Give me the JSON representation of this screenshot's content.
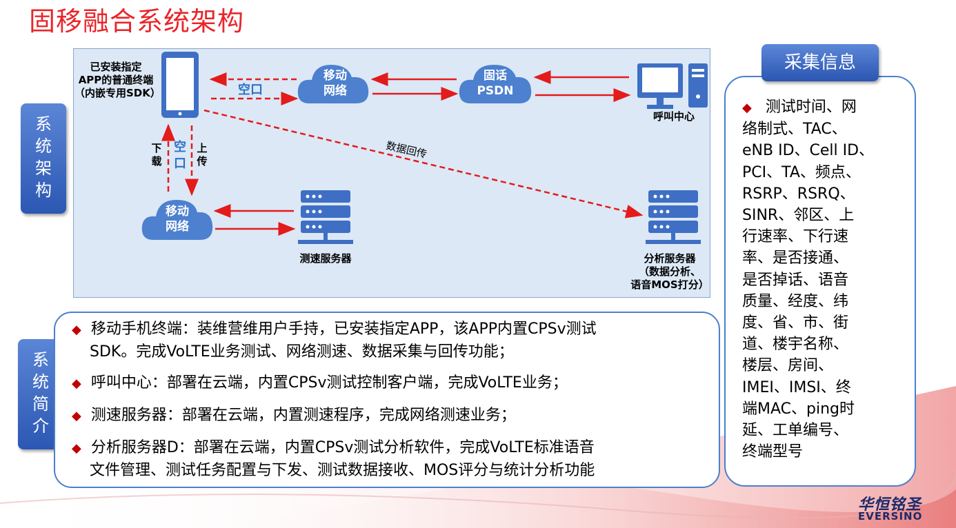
{
  "title": "固移融合系统架构",
  "tabs": {
    "arch": [
      "系",
      "统",
      "架",
      "构"
    ],
    "intro": [
      "系",
      "统",
      "简",
      "介"
    ]
  },
  "diagram": {
    "phone_label": [
      "已安装指定",
      "APP的普通终端",
      "（内嵌专用SDK）"
    ],
    "air_top": "空口",
    "air_left": [
      "空",
      "口"
    ],
    "download": [
      "下",
      "载"
    ],
    "upload": [
      "上",
      "传"
    ],
    "mobile_net_top": [
      "移动",
      "网络"
    ],
    "fixed_psdn": [
      "固话",
      "PSDN"
    ],
    "call_center": "呼叫中心",
    "data_return": "数据回传",
    "mobile_net_bottom": [
      "移动",
      "网络"
    ],
    "speed_server": "测速服务器",
    "analysis_server": [
      "分析服务器",
      "（数据分析、",
      "语音MOS打分）"
    ]
  },
  "descriptions": [
    {
      "lines": [
        "移动手机终端：装维营维用户手持，已安装指定APP，该APP内置CPSv测试",
        "SDK。完成VoLTE业务测试、网络测速、数据采集与回传功能；"
      ]
    },
    {
      "lines": [
        "呼叫中心：部署在云端，内置CPSv测试控制客户端，完成VoLTE业务；"
      ]
    },
    {
      "lines": [
        "测速服务器：部署在云端，内置测速程序，完成网络测速业务；"
      ]
    },
    {
      "lines": [
        "分析服务器D：部署在云端，内置CPSv测试分析软件，完成VoLTE标准语音",
        "文件管理、测试任务配置与下发、测试数据接收、MOS评分与统计分析功能"
      ]
    }
  ],
  "info": {
    "header": "采集信息",
    "lines": [
      "测试时间、网",
      "络制式、TAC、",
      "eNB ID、Cell ID、",
      "PCI、TA、频点、",
      "RSRP、RSRQ、",
      "SINR、邻区、上",
      "行速率、下行速",
      "率、是否接通、",
      "是否掉话、语音",
      "质量、经度、纬",
      "度、省、市、街",
      "道、楼宇名称、",
      "楼层、房间、",
      "IMEI、IMSI、终",
      "端MAC、ping时",
      "延、工单编号、",
      "终端型号"
    ]
  },
  "logo": {
    "cn": "华恒铭圣",
    "en": "EVERSINO"
  },
  "colors": {
    "accent_red": "#e8262b",
    "brand_blue": "#2c57b3",
    "arrow_red": "#e31b1b",
    "cloud_blue": "#4d80cf"
  }
}
